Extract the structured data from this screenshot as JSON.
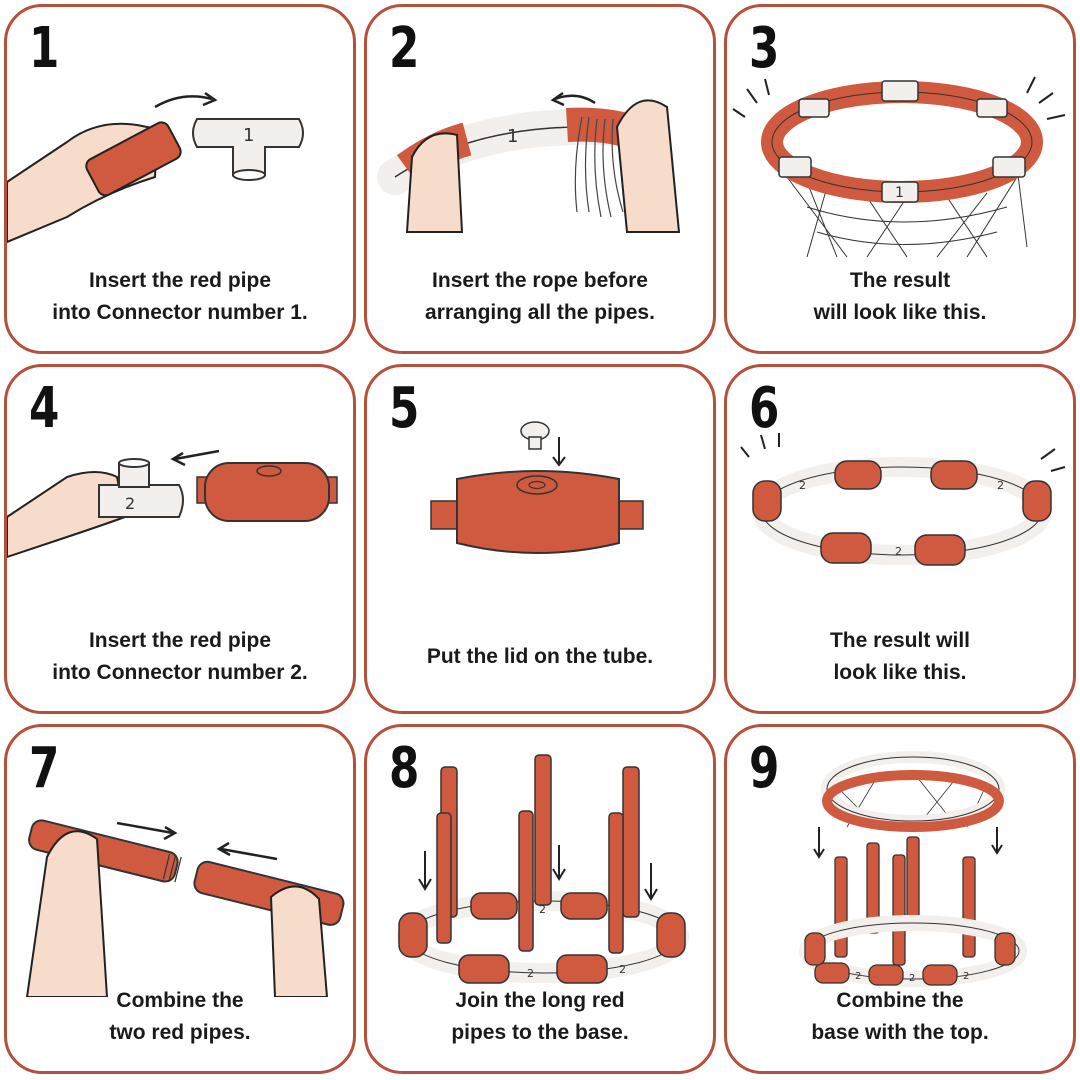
{
  "steps": [
    {
      "number": "1",
      "line1": "Insert the red pipe",
      "line2": "into Connector number 1.",
      "part_label": "1"
    },
    {
      "number": "2",
      "line1": "Insert the rope before",
      "line2": "arranging all the pipes.",
      "part_label": "1"
    },
    {
      "number": "3",
      "line1": "The result",
      "line2": "will look like this.",
      "part_label": "1"
    },
    {
      "number": "4",
      "line1": "Insert the red pipe",
      "line2": "into Connector number 2.",
      "part_label": "2"
    },
    {
      "number": "5",
      "line1": "Put the lid on the tube.",
      "line2": ""
    },
    {
      "number": "6",
      "line1": "The result will",
      "line2": "look like this.",
      "part_label": "2"
    },
    {
      "number": "7",
      "line1": "Combine the",
      "line2": "two red pipes."
    },
    {
      "number": "8",
      "line1": "Join the long red",
      "line2": "pipes to the base.",
      "part_label": "2"
    },
    {
      "number": "9",
      "line1": "Combine the",
      "line2": "base with the top.",
      "part_label": "2"
    }
  ],
  "colors": {
    "border": "#b5503a",
    "pipe_red": "#cf5a40",
    "connector": "#f2efec",
    "skin": "#f7dccb",
    "ink": "#1a1a1a"
  }
}
